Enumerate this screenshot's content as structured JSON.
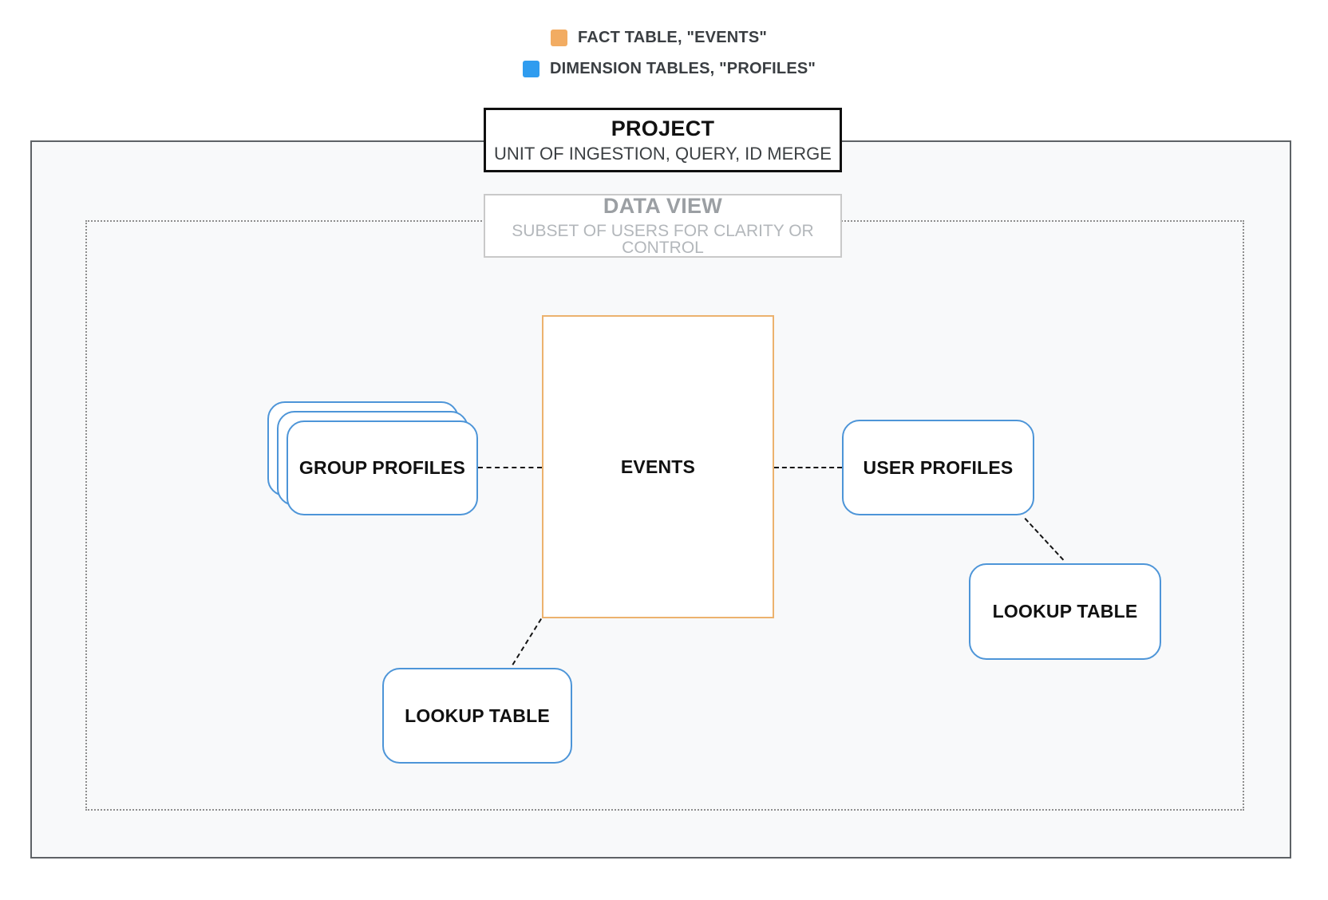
{
  "legend": {
    "items": [
      {
        "id": "fact",
        "label": "FACT TABLE, \"EVENTS\"",
        "color": "#f2ac62"
      },
      {
        "id": "dimension",
        "label": "DIMENSION TABLES, \"PROFILES\"",
        "color": "#2f9cef"
      }
    ]
  },
  "project": {
    "title": "PROJECT",
    "subtitle": "UNIT OF INGESTION, QUERY, ID MERGE"
  },
  "data_view": {
    "title": "DATA VIEW",
    "subtitle": "SUBSET OF USERS FOR CLARITY OR CONTROL"
  },
  "nodes": {
    "events": {
      "label": "EVENTS",
      "border_color": "#ecb26e"
    },
    "group_profiles": {
      "label": "GROUP PROFILES",
      "border_color": "#4d95d8"
    },
    "user_profiles": {
      "label": "USER PROFILES",
      "border_color": "#4d95d8"
    },
    "lookup_left": {
      "label": "LOOKUP TABLE",
      "border_color": "#4d95d8"
    },
    "lookup_right": {
      "label": "LOOKUP TABLE",
      "border_color": "#4d95d8"
    }
  }
}
